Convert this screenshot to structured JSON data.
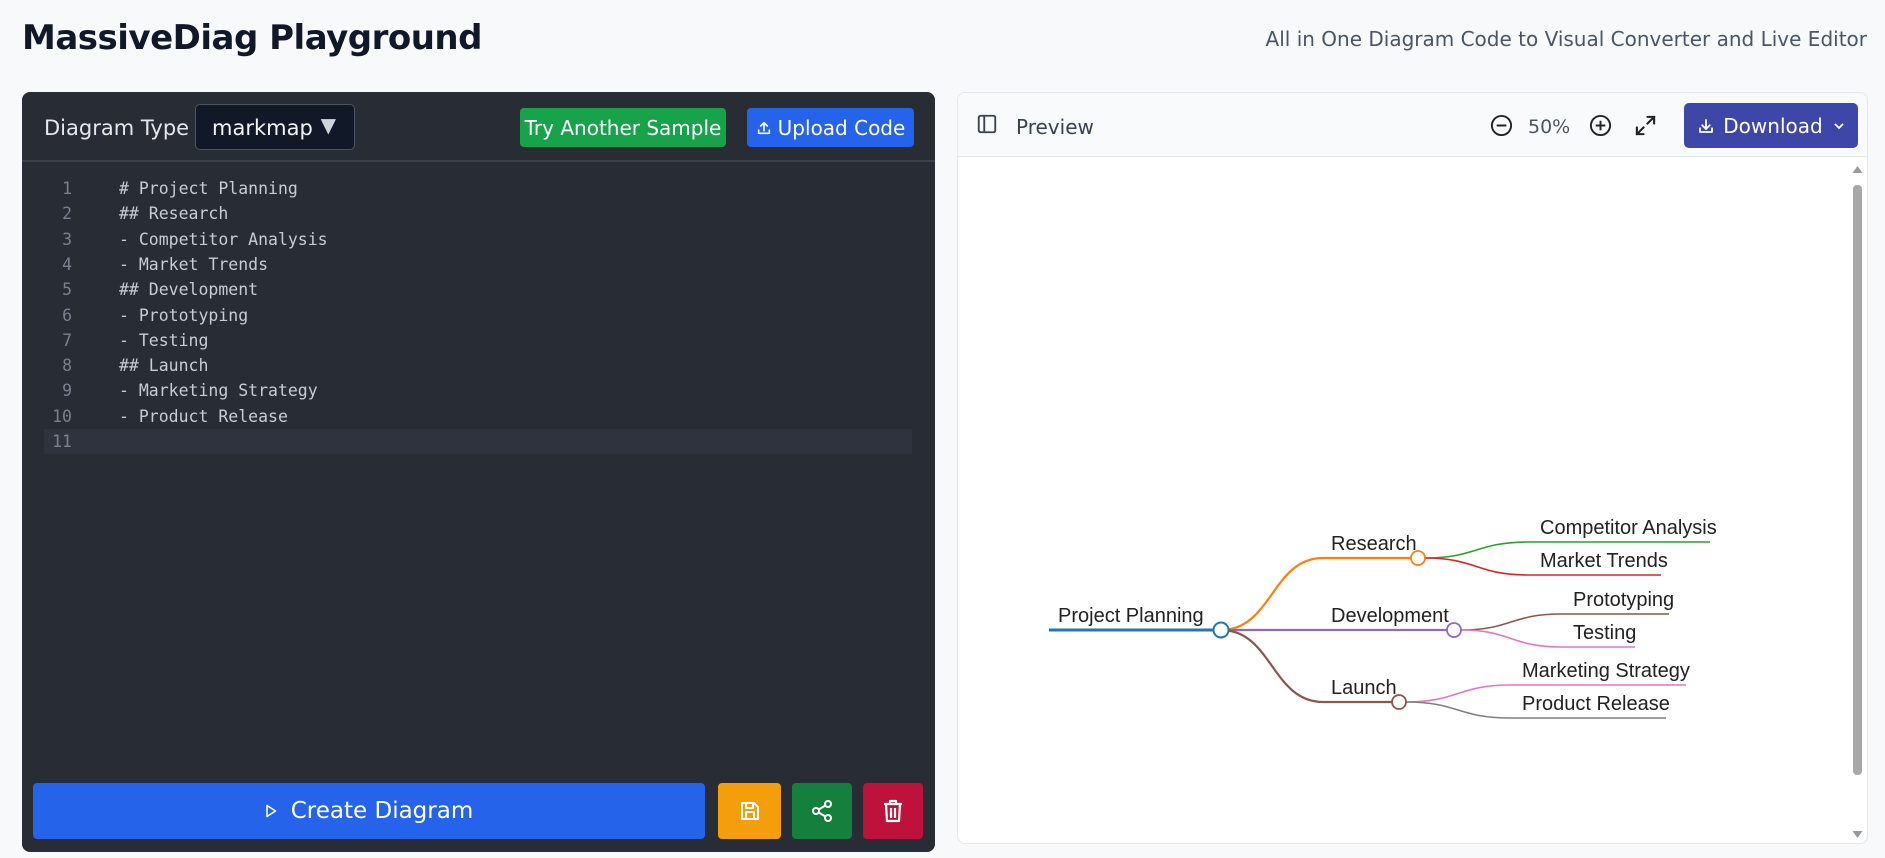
{
  "header": {
    "title": "MassiveDiag Playground",
    "subtitle": "All in One Diagram Code to Visual Converter and Live Editor"
  },
  "editor": {
    "diagram_type_label": "Diagram Type :",
    "diagram_type_value": "markmap",
    "try_sample_label": "Try Another Sample",
    "upload_label": "Upload Code",
    "lines": [
      {
        "num": "1",
        "text": "# Project Planning"
      },
      {
        "num": "2",
        "text": "## Research"
      },
      {
        "num": "3",
        "text": "- Competitor Analysis"
      },
      {
        "num": "4",
        "text": "- Market Trends"
      },
      {
        "num": "5",
        "text": "## Development"
      },
      {
        "num": "6",
        "text": "- Prototyping"
      },
      {
        "num": "7",
        "text": "- Testing"
      },
      {
        "num": "8",
        "text": "## Launch"
      },
      {
        "num": "9",
        "text": "- Marketing Strategy"
      },
      {
        "num": "10",
        "text": "- Product Release"
      },
      {
        "num": "11",
        "text": ""
      }
    ],
    "create_label": "Create Diagram"
  },
  "preview": {
    "title": "Preview",
    "zoom": "50%",
    "download_label": "Download"
  },
  "mindmap": {
    "root": "Project Planning",
    "branches": [
      {
        "label": "Research",
        "color": "#ff7f0e",
        "children": [
          {
            "label": "Competitor Analysis",
            "color": "#2ca02c"
          },
          {
            "label": "Market Trends",
            "color": "#d62728"
          }
        ]
      },
      {
        "label": "Development",
        "color": "#9467bd",
        "children": [
          {
            "label": "Prototyping",
            "color": "#8c564b"
          },
          {
            "label": "Testing",
            "color": "#e377c2"
          }
        ]
      },
      {
        "label": "Launch",
        "color": "#8c564b",
        "children": [
          {
            "label": "Marketing Strategy",
            "color": "#e377c2"
          },
          {
            "label": "Product Release",
            "color": "#7f7f7f"
          }
        ]
      }
    ],
    "root_color": "#1f77b4"
  },
  "colors": {
    "primary_blue": "#2563eb",
    "green": "#16a34a",
    "save_orange": "#f59e0b",
    "share_green": "#15803d",
    "delete_red": "#be123c",
    "download_indigo": "#3e47a8",
    "editor_bg": "#282c34"
  }
}
